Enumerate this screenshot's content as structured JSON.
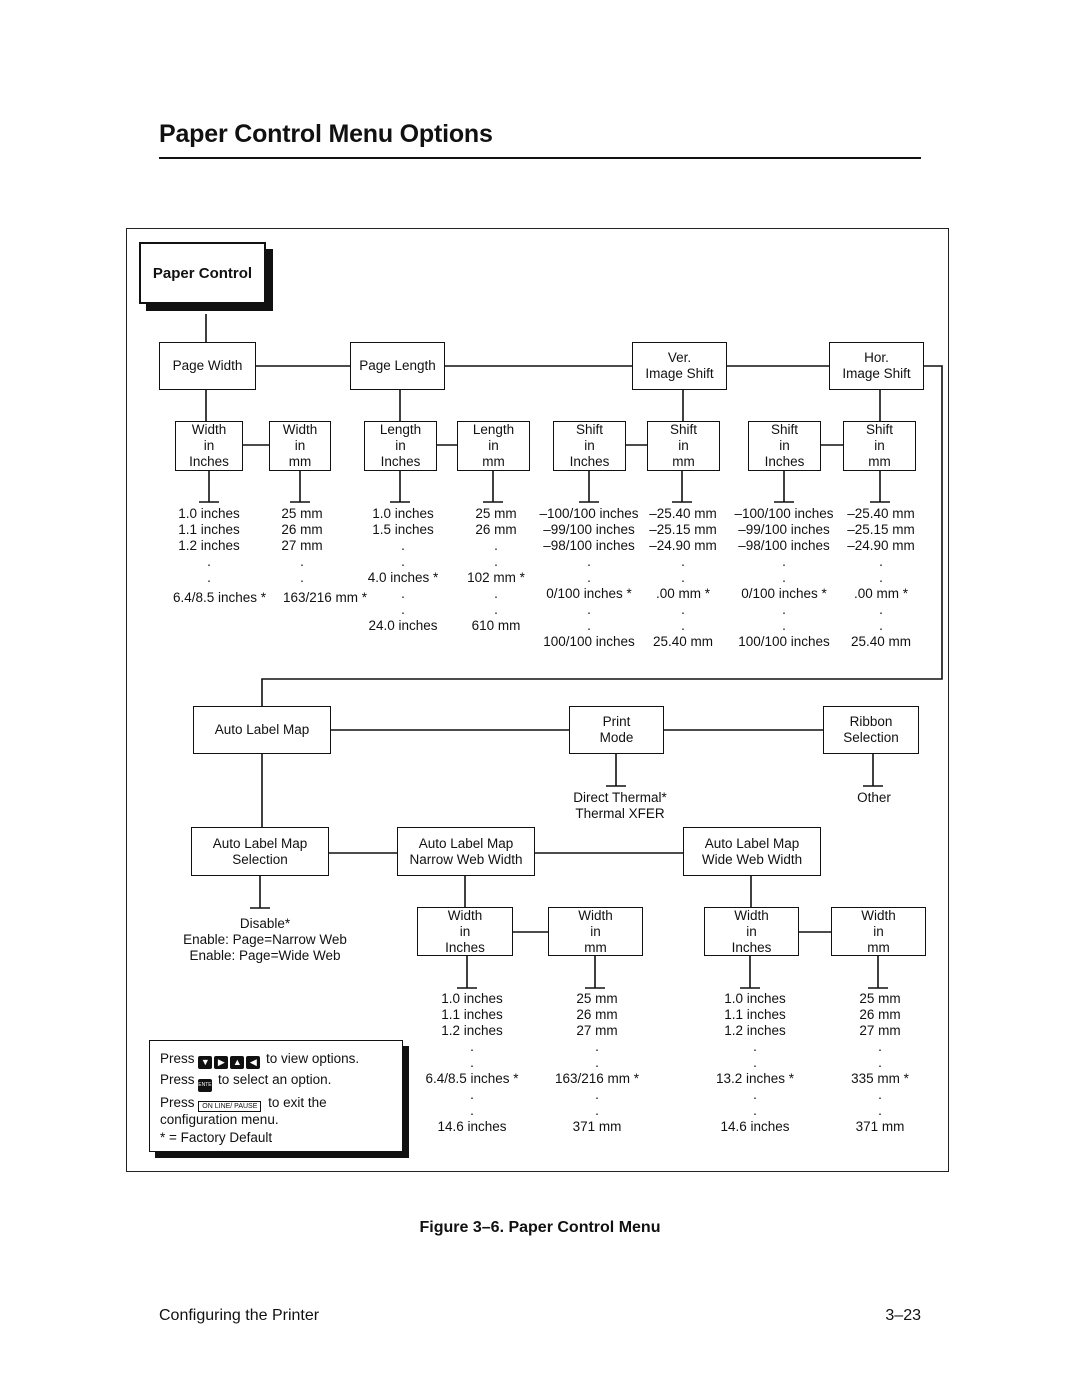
{
  "page_title": "Paper Control Menu Options",
  "root_label": "Paper Control",
  "top_menu": {
    "page_width": "Page Width",
    "page_length": "Page Length",
    "ver_image_shift": "Ver.\nImage Shift",
    "hor_image_shift": "Hor.\nImage Shift"
  },
  "unit_boxes": {
    "width_inches": "Width\nin\nInches",
    "width_mm": "Width\nin\nmm",
    "length_inches": "Length\nin\nInches",
    "length_mm": "Length\nin\nmm",
    "shift_inches": "Shift\nin\nInches",
    "shift_mm": "Shift\nin\nmm"
  },
  "values": {
    "page_width_inches": [
      "1.0 inches",
      "1.1 inches",
      "1.2 inches",
      ".",
      "."
    ],
    "page_width_inches_default": "6.4/8.5 inches *",
    "page_width_mm": [
      "25 mm",
      "26 mm",
      "27 mm",
      ".",
      "."
    ],
    "page_width_mm_default": "163/216 mm *",
    "page_length_inches": [
      "1.0 inches",
      "1.5 inches",
      ".",
      ".",
      "4.0 inches *",
      ".",
      ".",
      "24.0 inches"
    ],
    "page_length_mm": [
      "25 mm",
      "26 mm",
      ".",
      ".",
      "102 mm *",
      ".",
      ".",
      "610 mm"
    ],
    "ver_shift_inches": [
      "–100/100 inches",
      "–99/100 inches",
      "–98/100 inches",
      ".",
      ".",
      "0/100 inches *",
      ".",
      ".",
      "100/100 inches"
    ],
    "ver_shift_mm": [
      "–25.40 mm",
      "–25.15 mm",
      "–24.90 mm",
      ".",
      ".",
      ".00 mm *",
      ".",
      ".",
      "25.40 mm"
    ],
    "hor_shift_inches": [
      "–100/100 inches",
      "–99/100 inches",
      "–98/100 inches",
      ".",
      ".",
      "0/100 inches *",
      ".",
      ".",
      "100/100 inches"
    ],
    "hor_shift_mm": [
      "–25.40 mm",
      "–25.15 mm",
      "–24.90 mm",
      ".",
      ".",
      ".00 mm *",
      ".",
      ".",
      "25.40 mm"
    ]
  },
  "second_row": {
    "auto_label_map": "Auto Label Map",
    "print_mode": "Print\nMode",
    "ribbon_selection": "Ribbon\nSelection",
    "print_mode_options": [
      "Direct Thermal*",
      "Thermal XFER"
    ],
    "ribbon_options": [
      "Other"
    ]
  },
  "auto_label": {
    "selection": "Auto Label Map\nSelection",
    "narrow": "Auto Label Map\nNarrow Web Width",
    "wide": "Auto Label Map\nWide Web Width",
    "selection_options": [
      "Disable*",
      "Enable: Page=Narrow Web",
      "Enable: Page=Wide Web"
    ],
    "narrow_inches": [
      "1.0 inches",
      "1.1 inches",
      "1.2 inches",
      ".",
      ".",
      "6.4/8.5 inches *",
      ".",
      ".",
      "14.6 inches"
    ],
    "narrow_mm": [
      "25 mm",
      "26 mm",
      "27 mm",
      ".",
      ".",
      "163/216 mm *",
      ".",
      ".",
      "371 mm"
    ],
    "wide_inches": [
      "1.0 inches",
      "1.1 inches",
      "1.2 inches",
      ".",
      ".",
      "13.2 inches *",
      ".",
      ".",
      "14.6 inches"
    ],
    "wide_mm": [
      "25 mm",
      "26 mm",
      "27 mm",
      ".",
      ".",
      "335 mm *",
      ".",
      ".",
      "371 mm"
    ]
  },
  "legend": {
    "press": "Press",
    "view": "to view options.",
    "select": "to select an option.",
    "exit": "to exit the configuration menu.",
    "factory": "* = Factory Default",
    "enter_key": "ENTER",
    "online_key": "ON LINE/ PAUSE"
  },
  "caption": "Figure 3–6. Paper Control Menu",
  "footer": {
    "left": "Configuring the Printer",
    "right": "3–23"
  }
}
